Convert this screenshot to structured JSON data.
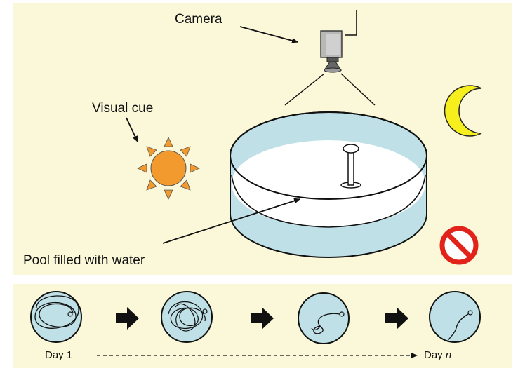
{
  "labels": {
    "camera": "Camera",
    "visual_cue": "Visual cue",
    "pool": "Pool filled with water"
  },
  "timeline": {
    "start": "Day 1",
    "end_prefix": "Day ",
    "end_var": "n"
  },
  "colors": {
    "panel_background": "#fbf8d9",
    "water": "#bfe0e6",
    "sun": "#f39a2e",
    "moon": "#f7ee1e",
    "prohibited": "#e2231a",
    "camera_body": "#b8b8b8"
  },
  "icons": [
    "camera-icon",
    "sun-icon",
    "moon-icon",
    "prohibited-icon",
    "platform-icon",
    "arrow-icon"
  ]
}
